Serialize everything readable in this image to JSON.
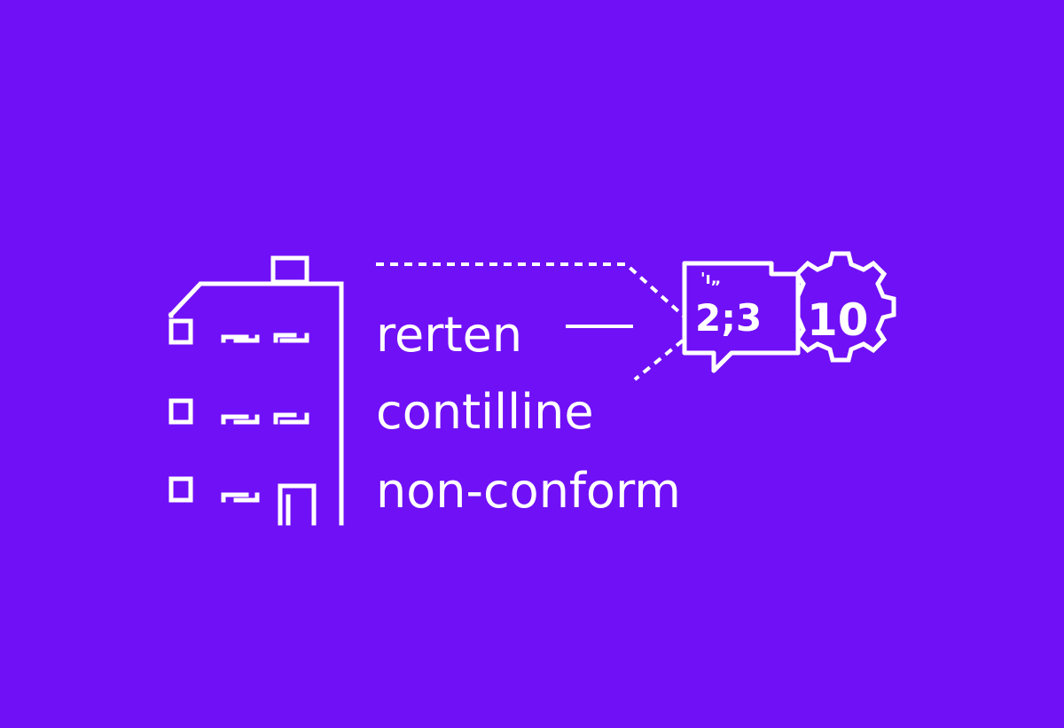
{
  "colors": {
    "background": "#7010f6",
    "foreground": "#ffffff"
  },
  "labels": {
    "line1": "rerten",
    "line2": "contilline",
    "line3": "non-conform"
  },
  "badge": {
    "mark": "'ı„",
    "bubble_value": "2;3",
    "gear_value": "10"
  },
  "icons": {
    "building": "building-icon",
    "speech_bubble": "speech-bubble-icon",
    "gear": "gear-icon"
  }
}
